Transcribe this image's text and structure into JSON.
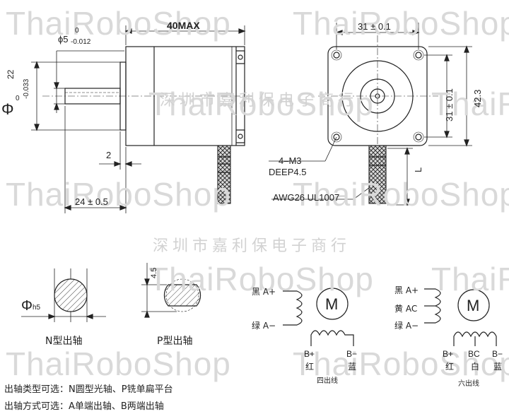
{
  "watermark": {
    "brand": "ThaiRoboShop",
    "company_cn": "深圳市嘉利保电子商行"
  },
  "front_view": {
    "length_label": "40MAX",
    "phi_label": "ϕ5",
    "phi_upper_tol": "0",
    "phi_lower_tol": "-0.012",
    "shaft_phi": "Φ",
    "shaft_dia_label": "22",
    "shaft_upper_tol": "0",
    "shaft_lower_tol": "-0.033",
    "flat_label": "2",
    "shaft_len_label": "24 ± 0.5"
  },
  "side_view": {
    "hole_spacing_top": "31 ± 0.1",
    "hole_spacing_side": "31 ± 0.1",
    "body_size": "42.3",
    "mount_label": "4–M3",
    "depth_label": "DEEP4.5",
    "wire_label": "AWG26  UL1007",
    "length_var": "L"
  },
  "shafts": {
    "n_phi": "Φ",
    "n_h": "h5",
    "n_caption": "N型出轴",
    "p_dim": "4.5",
    "p_caption": "P型出轴"
  },
  "wiring4": {
    "a_plus": "黑 A+",
    "a_minus": "绿 A−",
    "motor": "M",
    "b_plus": "B+",
    "b_plus_color": "红",
    "b_minus": "B−",
    "b_minus_color": "蓝",
    "caption": "四出线"
  },
  "wiring6": {
    "a_plus": "黑 A+",
    "ac": "黄 AC",
    "a_minus": "绿 A−",
    "motor": "M",
    "b_plus": "B+",
    "b_plus_color": "红",
    "bc": "BC",
    "bc_color": "白",
    "b_minus": "B−",
    "b_minus_color": "蓝",
    "caption": "六出线"
  },
  "notes": {
    "line1": "出轴类型可选：N圆型光轴、P铣单扁平台",
    "line2": "出轴方式可选：A单端出轴、B两端出轴"
  }
}
